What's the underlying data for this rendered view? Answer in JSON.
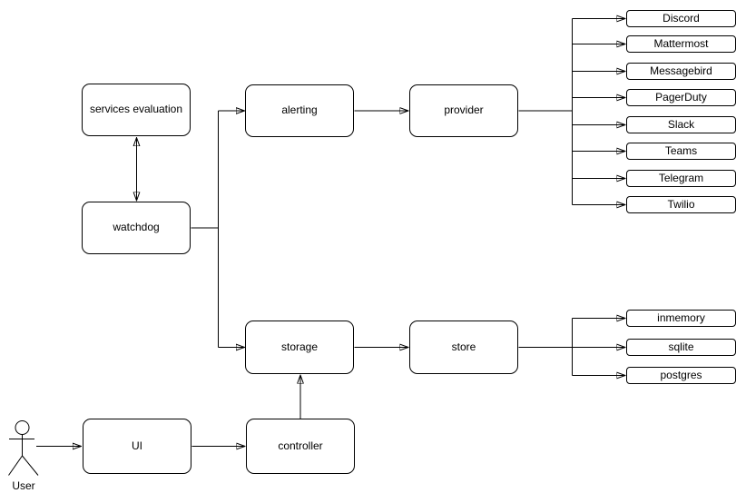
{
  "diagram": {
    "type": "flowchart",
    "background": "#ffffff",
    "stroke_color": "#000000",
    "node_fill": "#ffffff",
    "text_color": "#000000",
    "nodes": {
      "services_evaluation": "services evaluation",
      "watchdog": "watchdog",
      "alerting": "alerting",
      "provider": "provider",
      "storage": "storage",
      "store": "store",
      "ui": "UI",
      "controller": "controller"
    },
    "providers": [
      "Discord",
      "Mattermost",
      "Messagebird",
      "PagerDuty",
      "Slack",
      "Teams",
      "Telegram",
      "Twilio"
    ],
    "stores": [
      "inmemory",
      "sqlite",
      "postgres"
    ],
    "actor_label": "User",
    "edges": [
      {
        "from": "services evaluation",
        "to": "watchdog",
        "style": "bidirectional"
      },
      {
        "from": "watchdog",
        "to": "alerting"
      },
      {
        "from": "watchdog",
        "to": "storage"
      },
      {
        "from": "alerting",
        "to": "provider"
      },
      {
        "from": "provider",
        "to": "Discord"
      },
      {
        "from": "provider",
        "to": "Mattermost"
      },
      {
        "from": "provider",
        "to": "Messagebird"
      },
      {
        "from": "provider",
        "to": "PagerDuty"
      },
      {
        "from": "provider",
        "to": "Slack"
      },
      {
        "from": "provider",
        "to": "Teams"
      },
      {
        "from": "provider",
        "to": "Telegram"
      },
      {
        "from": "provider",
        "to": "Twilio"
      },
      {
        "from": "storage",
        "to": "store"
      },
      {
        "from": "store",
        "to": "inmemory"
      },
      {
        "from": "store",
        "to": "sqlite"
      },
      {
        "from": "store",
        "to": "postgres"
      },
      {
        "from": "User",
        "to": "UI"
      },
      {
        "from": "UI",
        "to": "controller"
      },
      {
        "from": "controller",
        "to": "storage"
      }
    ]
  }
}
